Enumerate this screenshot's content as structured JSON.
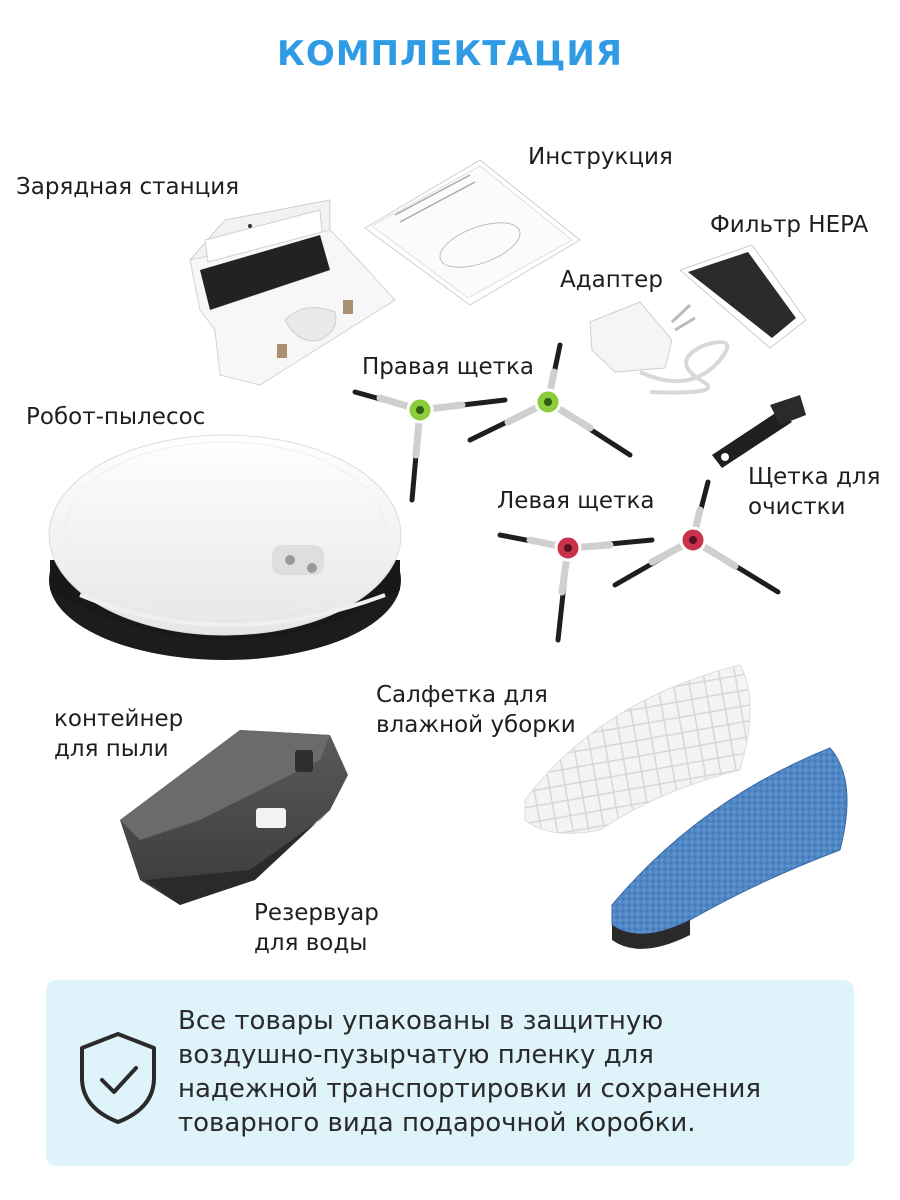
{
  "title": "КОМПЛЕКТАЦИЯ",
  "labels": {
    "charging_station": "Зарядная станция",
    "manual": "Инструкция",
    "hepa_filter": "Фильтр HEPA",
    "adapter": "Адаптер",
    "right_brush": "Правая щетка",
    "robot_vacuum": "Робот-пылесос",
    "cleaning_brush": "Щетка для\nочистки",
    "left_brush": "Левая щетка",
    "wet_wipe": "Салфетка для\nвлажной уборки",
    "dust_container": "контейнер\nдля пыли",
    "water_tank": "Резервуар\nдля воды"
  },
  "info": {
    "icon": "shield-check-icon",
    "text": "Все товары упакованы в защитную\nвоздушно-пузырчатую пленку для\nнадежной транспортировки и сохранения\nтоварного вида подарочной коробки."
  },
  "colors": {
    "title": "#2f9be5",
    "info_background": "#dff3fb",
    "right_brush_hub": "#8ccc3c",
    "left_brush_hub": "#c8324a",
    "mop_blue": "#4f86c6"
  }
}
